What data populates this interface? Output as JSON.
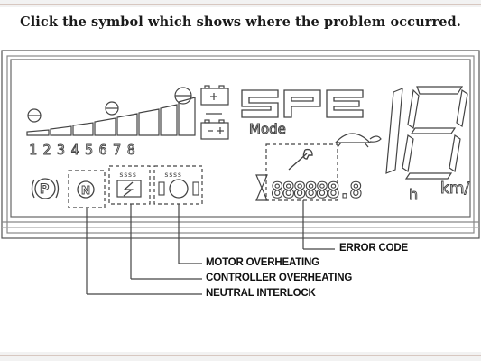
{
  "question": {
    "prompt": "Click the symbol which shows where the problem occurred."
  },
  "display": {
    "gear_numbers": [
      "1",
      "2",
      "3",
      "4",
      "5",
      "6",
      "7",
      "8"
    ],
    "park_symbol": "P",
    "neutral_symbol": "N",
    "mode_label": "Mode",
    "spe_label": "SPE",
    "odometer_digits": "888888.8",
    "odometer_unit": "h",
    "speed_unit": "km/",
    "big_digits": "18"
  },
  "callouts": {
    "error_code": "ERROR CODE",
    "motor_overheating": "MOTOR OVERHEATING",
    "controller_overheating": "CONTROLLER OVERHEATING",
    "neutral_interlock": "NEUTRAL INTERLOCK"
  },
  "colors": {
    "line": "#444444",
    "panel_bg": "#ffffff",
    "page_bg": "#f2f2f2",
    "rule": "#d7c7c0"
  }
}
